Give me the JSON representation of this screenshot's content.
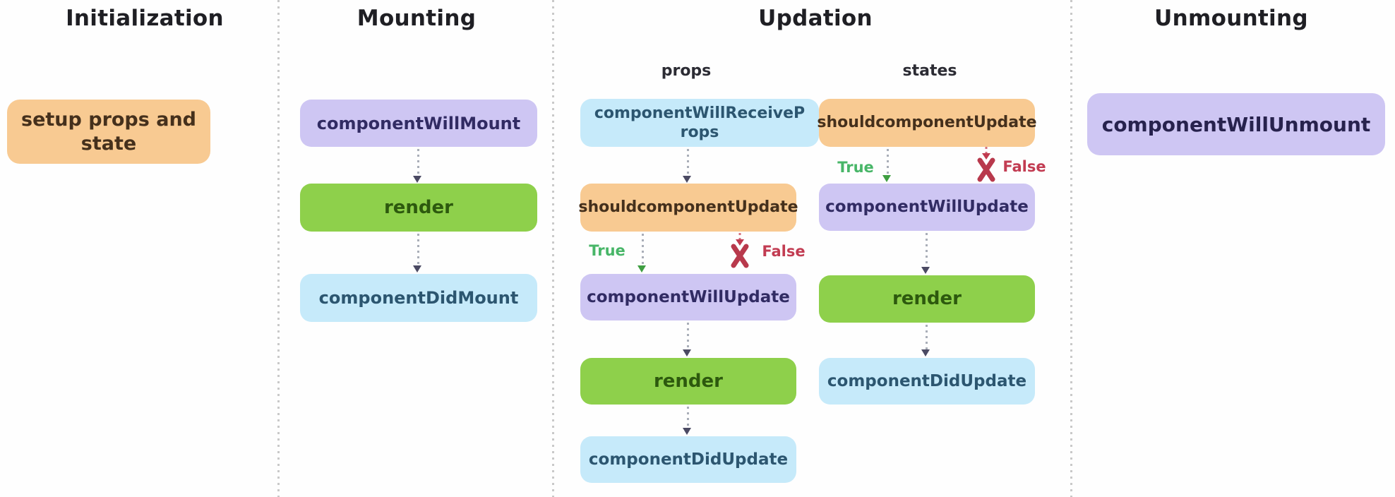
{
  "headers": {
    "initialization": "Initialization",
    "mounting": "Mounting",
    "updation": "Updation",
    "unmounting": "Unmounting"
  },
  "updation_branches": {
    "props": "props",
    "states": "states"
  },
  "boxes": {
    "initialization_setup": "setup props and state",
    "mounting_will_mount": "componentWillMount",
    "mounting_render": "render",
    "mounting_did_mount": "componentDidMount",
    "props_receive_props": "componentWillReceiveProps",
    "props_should_update": "shouldcomponentUpdate",
    "props_will_update": "componentWillUpdate",
    "props_render": "render",
    "props_did_update": "componentDidUpdate",
    "states_should_update": "shouldcomponentUpdate",
    "states_will_update": "componentWillUpdate",
    "states_render": "render",
    "states_did_update": "componentDidUpdate",
    "unmounting_will_unmount": "componentWillUnmount"
  },
  "branch_labels": {
    "true": "True",
    "false": "False"
  },
  "colors": {
    "box_orange": "#f8ca92",
    "box_lavender": "#cec6f3",
    "box_green": "#8ed04b",
    "box_blue": "#c6eafa",
    "true_green": "#48b668",
    "false_red": "#c23c52",
    "arrow_gray": "#a9aeb8",
    "arrowhead_dark": "#4b4a63",
    "divider_gray": "#c9c9c9"
  }
}
